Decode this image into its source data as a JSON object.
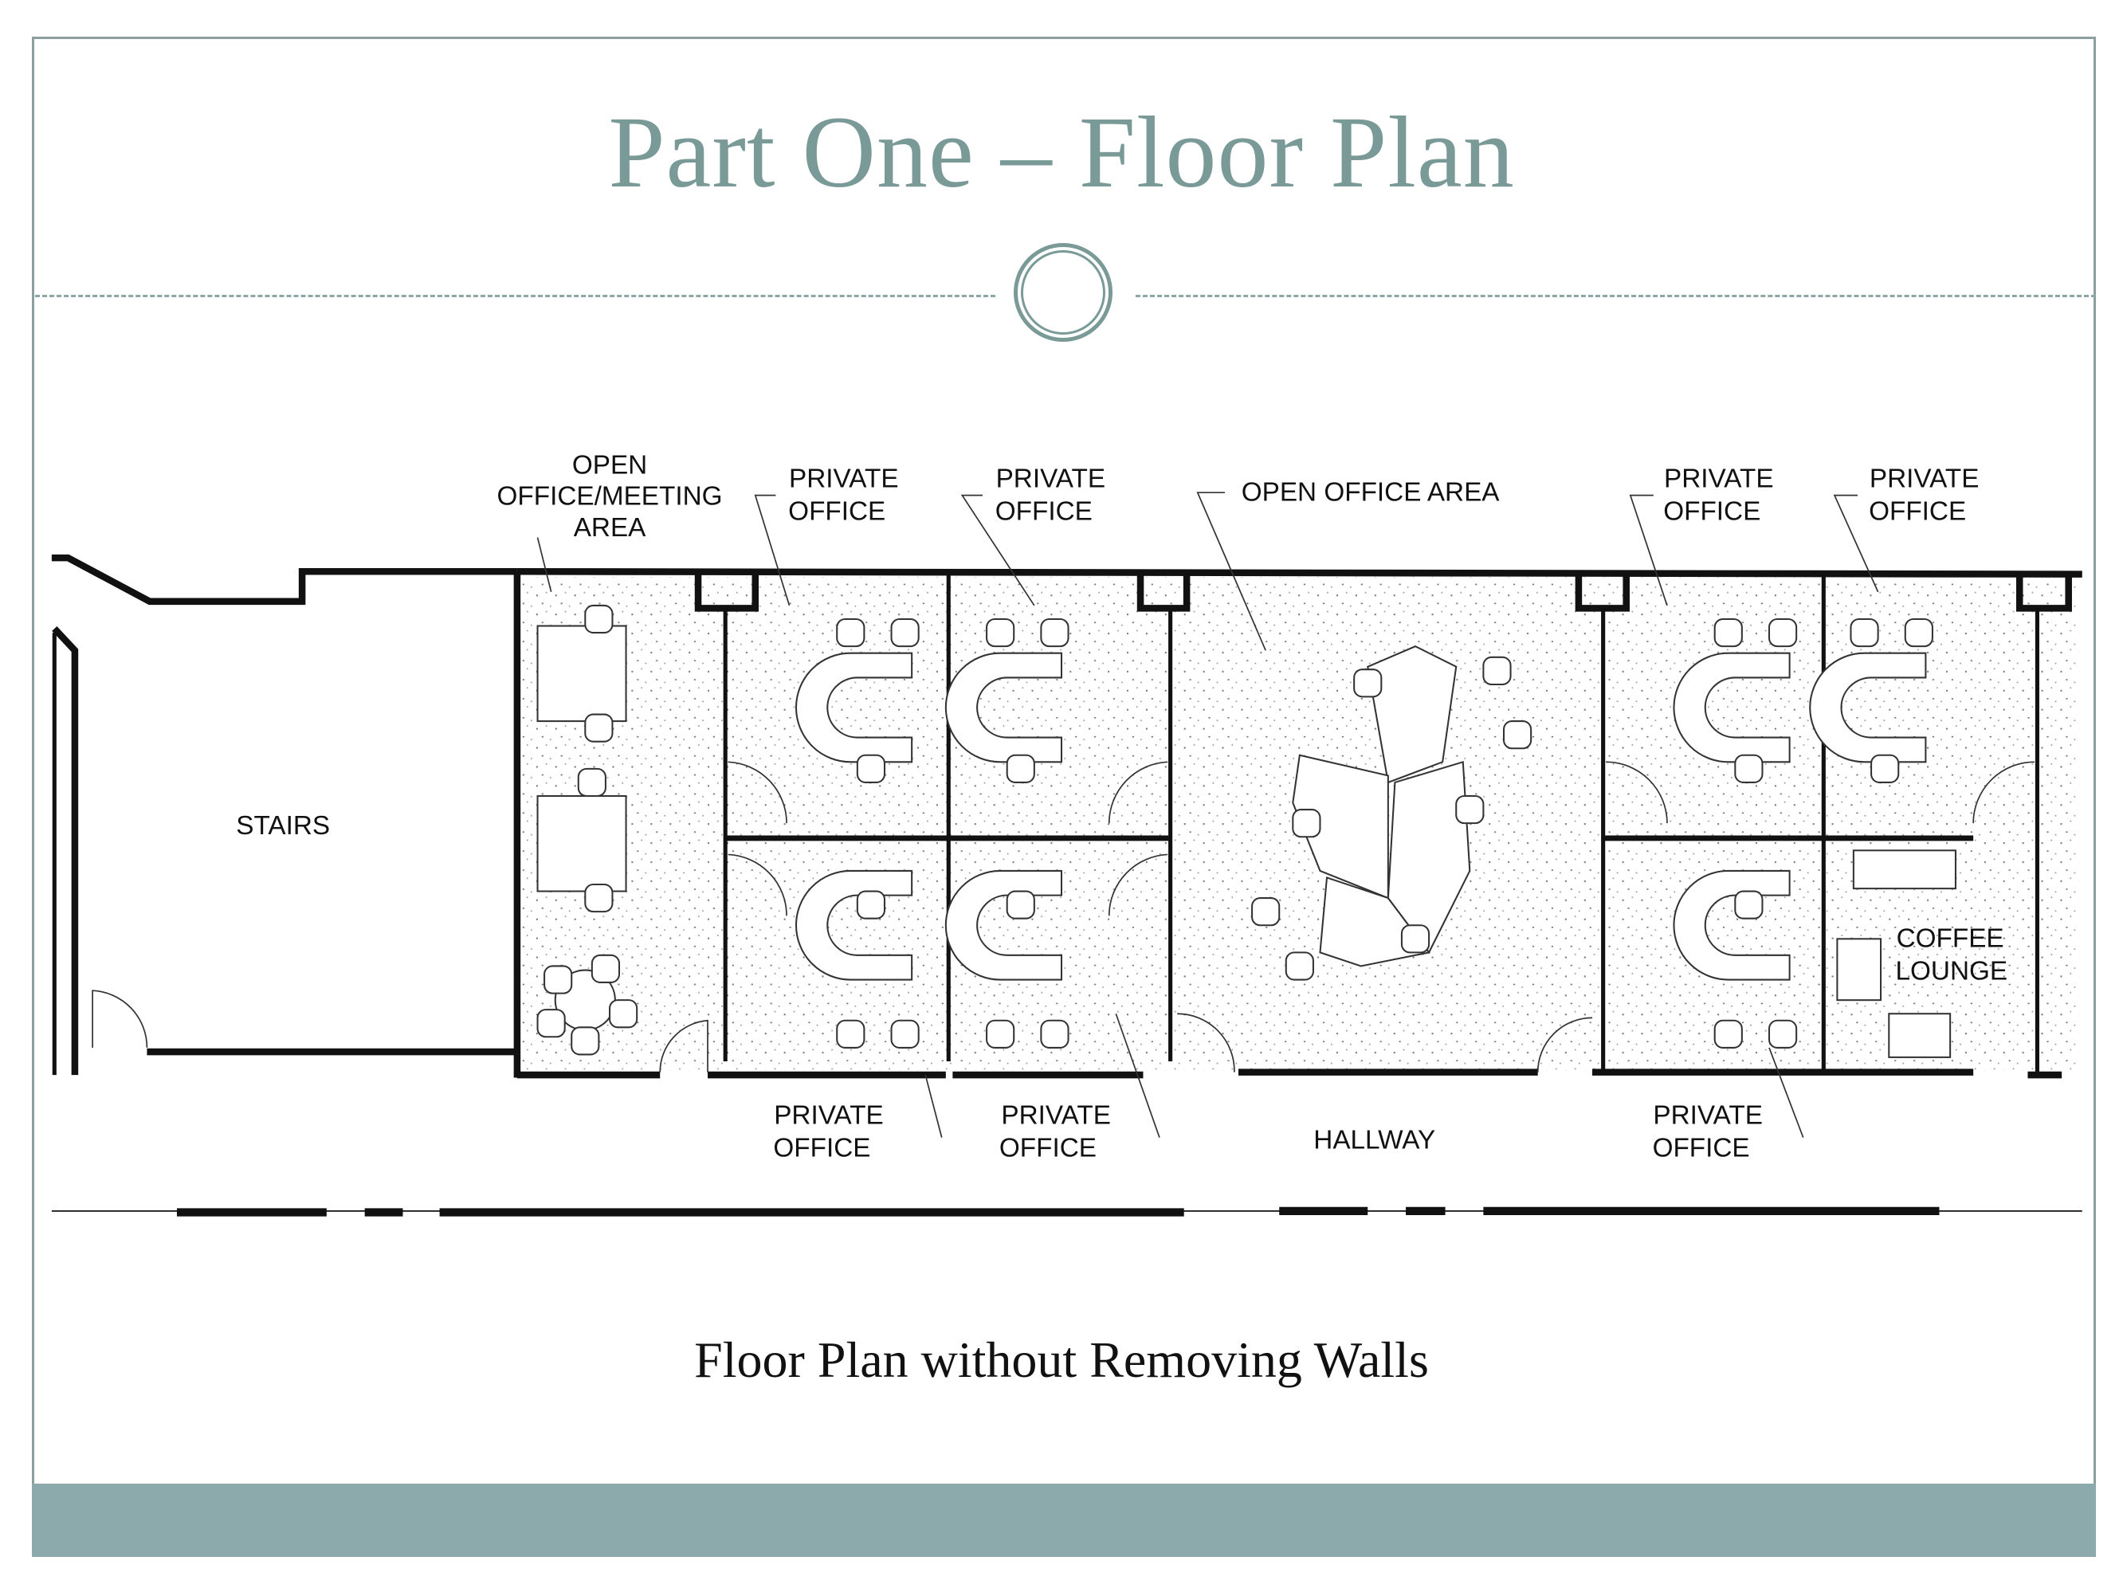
{
  "title": "Part One – Floor Plan",
  "caption": "Floor Plan without Removing Walls",
  "plan": {
    "open_meeting": [
      "OPEN",
      "OFFICE/MEETING",
      "AREA"
    ],
    "private_office": [
      "PRIVATE",
      "OFFICE"
    ],
    "open_office_area": "OPEN OFFICE AREA",
    "stairs": "STAIRS",
    "hallway": "HALLWAY",
    "coffee_lounge": [
      "COFFEE",
      "LOUNGE"
    ]
  },
  "colors": {
    "accent": "#7a9a98",
    "bar": "#8caaac"
  }
}
